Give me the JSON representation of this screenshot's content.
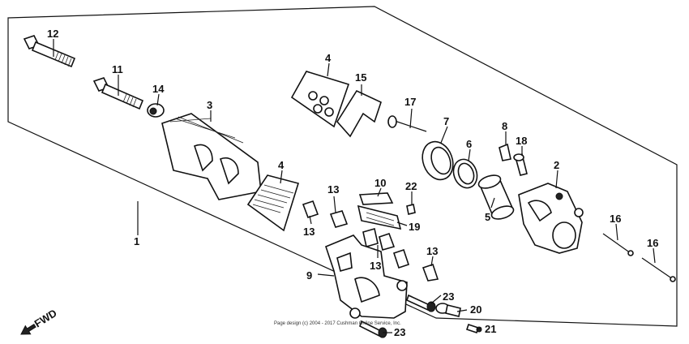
{
  "parts": [
    {
      "id": "p1",
      "num": "1"
    },
    {
      "id": "p2",
      "num": "2"
    },
    {
      "id": "p3",
      "num": "3"
    },
    {
      "id": "p4a",
      "num": "4"
    },
    {
      "id": "p4b",
      "num": "4"
    },
    {
      "id": "p5",
      "num": "5"
    },
    {
      "id": "p6",
      "num": "6"
    },
    {
      "id": "p7",
      "num": "7"
    },
    {
      "id": "p8",
      "num": "8"
    },
    {
      "id": "p9",
      "num": "9"
    },
    {
      "id": "p10",
      "num": "10"
    },
    {
      "id": "p11",
      "num": "11"
    },
    {
      "id": "p12",
      "num": "12"
    },
    {
      "id": "p13a",
      "num": "13"
    },
    {
      "id": "p13b",
      "num": "13"
    },
    {
      "id": "p13c",
      "num": "13"
    },
    {
      "id": "p13d",
      "num": "13"
    },
    {
      "id": "p14",
      "num": "14"
    },
    {
      "id": "p15",
      "num": "15"
    },
    {
      "id": "p16a",
      "num": "16"
    },
    {
      "id": "p16b",
      "num": "16"
    },
    {
      "id": "p17",
      "num": "17"
    },
    {
      "id": "p18",
      "num": "18"
    },
    {
      "id": "p19",
      "num": "19"
    },
    {
      "id": "p20",
      "num": "20"
    },
    {
      "id": "p21",
      "num": "21"
    },
    {
      "id": "p22",
      "num": "22"
    },
    {
      "id": "p23a",
      "num": "23"
    },
    {
      "id": "p23b",
      "num": "23"
    }
  ],
  "fwd_label": "FWD",
  "copyright": "Page design (c) 2004 - 2017 Cushman Online Service, Inc."
}
